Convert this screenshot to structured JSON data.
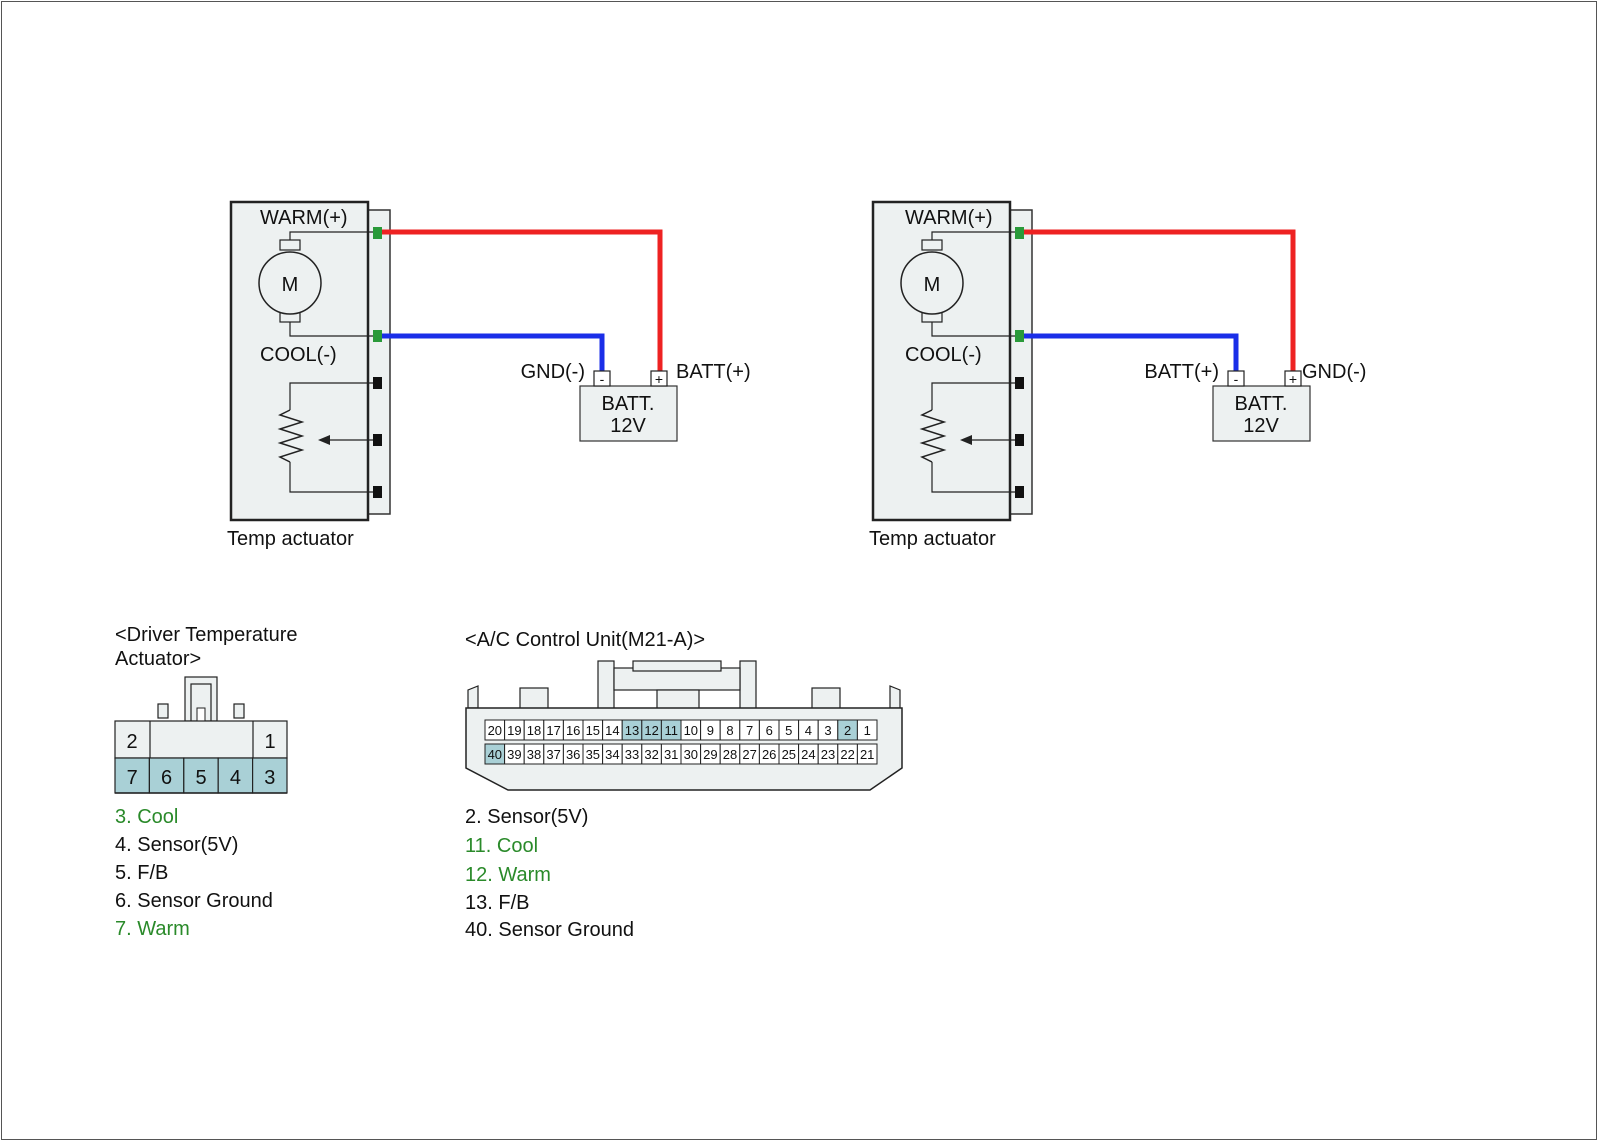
{
  "actuator_diagrams": [
    {
      "warm_label": "WARM(+)",
      "cool_label": "COOL(-)",
      "motor_label": "M",
      "caption": "Temp actuator",
      "battery_title": "BATT.",
      "battery_voltage": "12V",
      "battery_left_terminal": "-",
      "battery_right_terminal": "+",
      "battery_left_label": "GND(-)",
      "battery_right_label": "BATT(+)"
    },
    {
      "warm_label": "WARM(+)",
      "cool_label": "COOL(-)",
      "motor_label": "M",
      "caption": "Temp actuator",
      "battery_title": "BATT.",
      "battery_voltage": "12V",
      "battery_left_terminal": "-",
      "battery_right_terminal": "+",
      "battery_left_label": "BATT(+)",
      "battery_right_label": "GND(-)"
    }
  ],
  "driver_actuator": {
    "title_line1": "<Driver Temperature",
    "title_line2": "Actuator>",
    "pins_top": [
      "2",
      "1"
    ],
    "pins_bottom": [
      "7",
      "6",
      "5",
      "4",
      "3"
    ],
    "legend": [
      {
        "text": "3. Cool",
        "color": "#2a8a2a"
      },
      {
        "text": "4. Sensor(5V)",
        "color": "#111111"
      },
      {
        "text": "5. F/B",
        "color": "#111111"
      },
      {
        "text": "6. Sensor Ground",
        "color": "#111111"
      },
      {
        "text": "7. Warm",
        "color": "#2a8a2a"
      }
    ]
  },
  "ac_control_unit": {
    "title": "<A/C Control Unit(M21-A)>",
    "row1": [
      "20",
      "19",
      "18",
      "17",
      "16",
      "15",
      "14",
      "13",
      "12",
      "11",
      "10",
      "9",
      "8",
      "7",
      "6",
      "5",
      "4",
      "3",
      "2",
      "1"
    ],
    "row2": [
      "40",
      "39",
      "38",
      "37",
      "36",
      "35",
      "34",
      "33",
      "32",
      "31",
      "30",
      "29",
      "28",
      "27",
      "26",
      "25",
      "24",
      "23",
      "22",
      "21"
    ],
    "highlighted": [
      "13",
      "12",
      "11",
      "2",
      "40"
    ],
    "legend": [
      {
        "text": "2. Sensor(5V)",
        "color": "#111111"
      },
      {
        "text": "11. Cool",
        "color": "#2a8a2a"
      },
      {
        "text": "12. Warm",
        "color": "#2a8a2a"
      },
      {
        "text": "13. F/B",
        "color": "#111111"
      },
      {
        "text": "40. Sensor Ground",
        "color": "#111111"
      }
    ]
  },
  "colors": {
    "warm_wire": "#ee2222",
    "cool_wire": "#1a2ee8",
    "terminal_green": "#2a9a3a",
    "box_fill": "#edf1f1",
    "pin_highlight": "#a9d0d6",
    "legend_green": "#2a8a2a"
  }
}
